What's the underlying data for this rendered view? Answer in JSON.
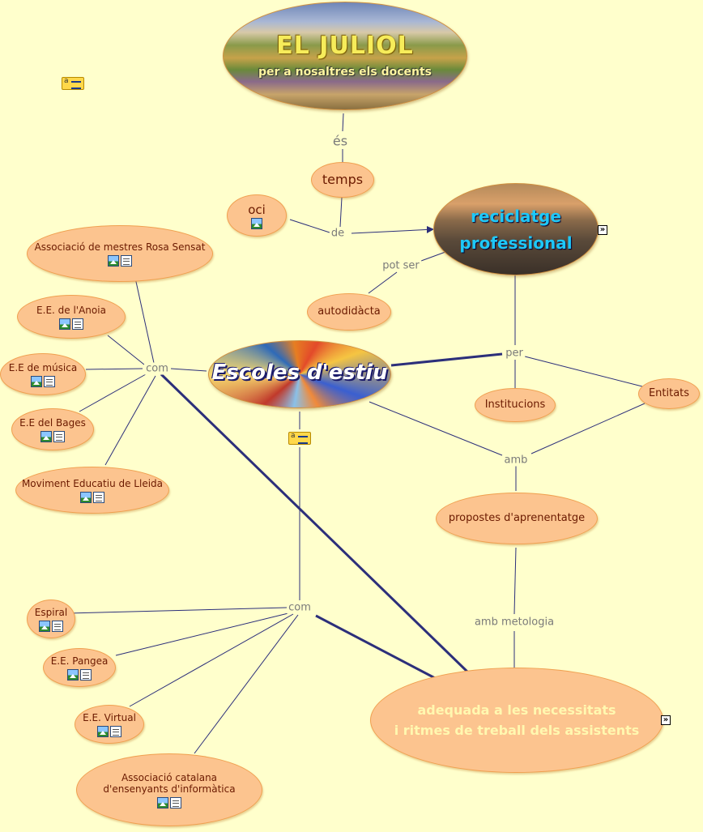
{
  "title": {
    "main": "EL JULIOL",
    "subtitle": "per  a nosaltres  els docents"
  },
  "central": {
    "reciclatge_line1": "reciclatge",
    "reciclatge_line2": "professional",
    "escoles": "Escoles d'estiu"
  },
  "concepts": {
    "temps": "temps",
    "oci": "oci",
    "autodidacta": "autodidàcta",
    "institucions": "Institucions",
    "entitats": "Entitats",
    "propostes": "propostes d'aprenentatge",
    "adequada_line1": "adequada a les necessitats",
    "adequada_line2": "i ritmes de treball dels assistents"
  },
  "left_group_1": [
    {
      "label": "Associació de mestres Rosa Sensat"
    },
    {
      "label": "E.E. de l'Anoia"
    },
    {
      "label": "E.E de música"
    },
    {
      "label": "E.E del Bages"
    },
    {
      "label": "Moviment Educatiu de Lleida"
    }
  ],
  "left_group_2": [
    {
      "label": "Espiral"
    },
    {
      "label": "E.E. Pangea"
    },
    {
      "label": "E.E. Virtual"
    },
    {
      "label": "Associació catalana d'ensenyants d'informàtica"
    }
  ],
  "linking_phrases": {
    "es": "és",
    "de": "de",
    "pot_ser": "pot ser",
    "per": "per",
    "com_1": "com",
    "amb": "amb",
    "amb_metologia": "amb metologia",
    "com_2": "com"
  },
  "icons": {
    "image_resource": "image-resource-icon",
    "document_resource": "document-resource-icon",
    "annotation": "annotation-icon",
    "expand": "expand-icon"
  },
  "colors": {
    "background": "#ffffcc",
    "node_fill": "#fcc48f",
    "node_border": "#f0a050",
    "node_text": "#6b1a00",
    "link_line": "#2c2f7a",
    "link_text": "#7a7a7a"
  }
}
